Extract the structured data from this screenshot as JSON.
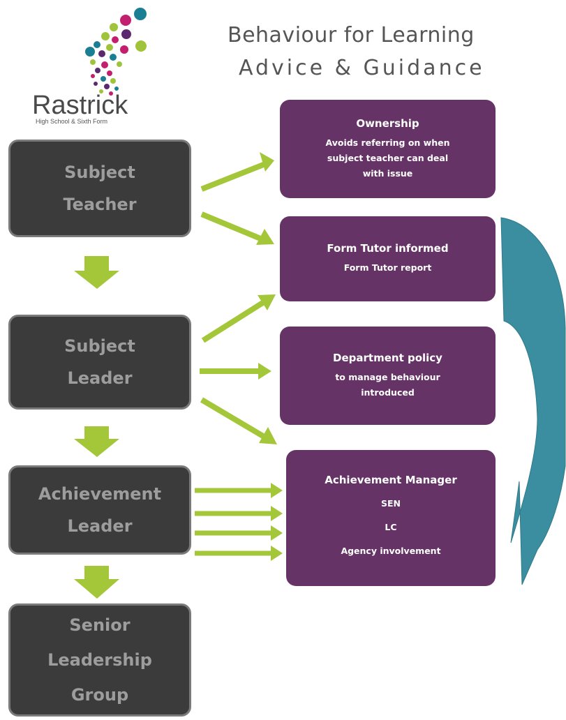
{
  "title": {
    "line1": "Behaviour for Learning",
    "line2": "Advice  & Guidance"
  },
  "logo": {
    "name": "Rastrick",
    "subtitle": "High School & Sixth Form"
  },
  "hierarchy": [
    {
      "lines": [
        "Subject",
        "Teacher"
      ]
    },
    {
      "lines": [
        "Subject",
        "Leader"
      ]
    },
    {
      "lines": [
        "Achievement",
        "Leader"
      ]
    },
    {
      "lines": [
        "Senior",
        "Leadership",
        "Group"
      ]
    }
  ],
  "outcomes": [
    {
      "title": "Ownership",
      "lines": [
        "Avoids referring on when",
        "subject teacher can deal",
        "with issue"
      ]
    },
    {
      "title": "Form Tutor informed",
      "lines": [
        "Form Tutor report"
      ]
    },
    {
      "title": "Department policy",
      "lines": [
        "to manage behaviour",
        "introduced"
      ]
    },
    {
      "title": "Achievement Manager",
      "lines": [
        "SEN",
        "LC",
        "Agency involvement"
      ]
    }
  ],
  "colors": {
    "left_box_fill": "#3b3b3b",
    "left_box_text": "#9d9d9d",
    "right_box_fill": "#663366",
    "arrow": "#a4c639",
    "curved_arrow": "#3a8ea0"
  }
}
